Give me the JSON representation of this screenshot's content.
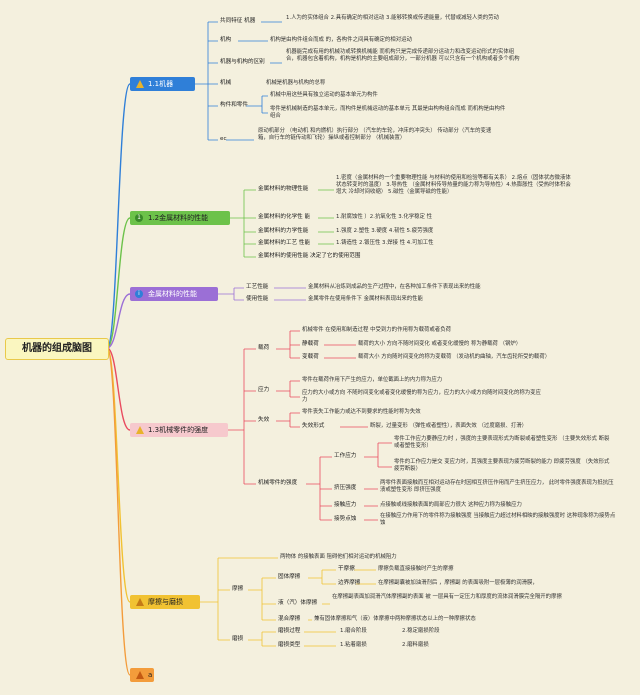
{
  "root": "机器的组成脑图",
  "branches": [
    {
      "id": "b1",
      "label": "1.1机器",
      "color": "#2f7fd8",
      "icon": "warning-icon"
    },
    {
      "id": "b2",
      "label": "1.2金属材料的性能",
      "color": "#6cc24a",
      "icon": "number-1-icon",
      "badge": "1"
    },
    {
      "id": "b3",
      "label": "金属材料的性能",
      "color": "#9b6fd6",
      "icon": "info-icon",
      "badge": "i"
    },
    {
      "id": "b4",
      "label": "1.3机械零件的强度",
      "color": "#e94b5f",
      "icon": "warning-icon"
    },
    {
      "id": "b5",
      "label": "摩擦与磨损",
      "color": "#f1c232",
      "icon": "warning-icon"
    },
    {
      "id": "b6",
      "label": "a",
      "color": "#f39c3b",
      "icon": "warning-icon"
    }
  ],
  "b1": {
    "items": [
      {
        "label": "共同特征 机器",
        "text": "1.人为的实体组合 2.具有确定的相对运动 3.能够转换或传递能量，代替或减轻人类的劳动"
      },
      {
        "label": "机构",
        "text": "机构是由构件组合而成 的，各构件之间具有确定的相对运动"
      },
      {
        "label": "机器与机构的区别",
        "text": "机器能完成有用的机械功或转换机械能 而机构只是完成传递部分运动力和改变运动形式的实体组 合，机器包含着机构，机构是机构的主要组成部分，一部分机器 可以只含有一个机构或者多个机构"
      },
      {
        "label": "机械",
        "text": "机械是机器与机构的总称"
      },
      {
        "label": "构件和零件",
        "subs": [
          "机械中用这些具有独立运动的基本单元为构件",
          "零件是机械制造的基本单元，而构件是机械运动的基本单元 其最是由构构组合而成 而机构是由构件组合"
        ]
      },
      {
        "label": "ec",
        "text": "原动机部分 （电动机 和内燃机）执行部分 （汽车的车轮，冲床的冲突头） 传动部分（汽车的变速箱，自行车的链传动和飞轮）操纵或者控制部分 （机械装置）"
      }
    ]
  },
  "b2": {
    "items": [
      {
        "label": "金属材料的物理性能",
        "text": "1.密度（金属材料的一个重要物理性能 与材料的使用和检验等都有关系） 2.熔点（固体状态微液体状态转变时的温度） 3.导热性 （金属材料传导热量的能力称为导热性）4.热膨胀性（受热时体积会增大 冷却时间收缩） 5.磁性（金属导磁的性能）"
      },
      {
        "label": "金属材料的化学性 能",
        "text": "1.耐腐蚀性 ）2.抗氧化性 3.化学稳定 性"
      },
      {
        "label": "金属材料的力学性能",
        "text": "1.强度 2.塑性 3.硬度 4.韧性 5.疲劳强度"
      },
      {
        "label": "金属材料的工艺 性能",
        "text": "1.铸造性 2.锻压性 3.焊接 性 4.可加工性"
      },
      {
        "label": "金属材料的使用性能 决定了它的使用范围"
      }
    ]
  },
  "b3": {
    "items": [
      {
        "label": "工艺性能",
        "text": "金属材料从冶炼到成品的生产过程中，在各种加工条件下表现出来的性能"
      },
      {
        "label": "使用性能",
        "text": "金属零件在使用条件下 金属材料表现出来的性能"
      }
    ]
  },
  "b4": {
    "load": {
      "label": "载荷",
      "def": "机械零件 在使用和制造过程 中受到力的作用称为载荷或者负荷",
      "static": {
        "label": "静载荷",
        "text": "载荷的大小 方向不随时间变化 或者变化缓慢的 称为静载荷 （钢炉）"
      },
      "dynamic": {
        "label": "变载荷",
        "text": "载荷大小 方向随时间变化的称为变载荷 （发动机的曲轴，汽车齿轮所受的载荷）"
      }
    },
    "stress": {
      "label": "应力",
      "items": [
        "零件在载荷作用下产生的应力，单位截面上的内力称为应力",
        "应力的大小或方向 不随时间变化或者变化缓慢的称为应力，应力的大小或方向随时间变化的称为变应力"
      ]
    },
    "failure": {
      "label": "失效",
      "def": "零件丧失工作能力或达不到要求的性能时称为失效",
      "forms": {
        "label": "失效形式",
        "text": "断裂，过量变形 （弹性或者塑性），表面失效 （过度磨损、打滑）"
      }
    },
    "strength": {
      "label": "机械零件的强度",
      "work": {
        "label": "工作应力",
        "items": [
          "零件工作应力要静应力时 ，强度的主要表现形式为断裂或者塑性变形 （主要失效形式 断裂或者塑性变形）",
          "零件的工作应力是交 变应力时，其强度主要表现为疲劳断裂的能力 即疲劳强度 （失效形式 疲劳断裂）"
        ]
      },
      "squeeze": {
        "label": "挤压强度",
        "text": "两零件表面接触而互相对运动存在时因相互挤压作用而产生挤压应力， 此时零件强度表现为抵抗压溃或塑性变形 即挤压强度"
      },
      "contact": {
        "label": "接触应力",
        "text": "点接触或线接触表面的局部应力很大 这种应力称为接触应力"
      },
      "point": {
        "label": "接势点蚀",
        "text": "在接触应力作用下的零件称为接触强度 当接触应力超过材料相映的接触强度时 这种现象称为接势点蚀"
      }
    }
  },
  "b5": {
    "intro": "两物体 的接触表面 阻碍他们相对运动的机械阻力",
    "friction": {
      "label": "摩擦",
      "solid": {
        "label": "固体摩擦",
        "dry": {
          "label": "干摩擦",
          "text": "摩擦负载直接接触时产生的摩擦"
        },
        "boundary": {
          "label": "边界摩擦",
          "text": "在摩擦副囊被加油滑剂后 ，摩擦副 的表面吸附一层极薄的润滑膜，"
        }
      },
      "fluid": {
        "label": "液（汽）体摩擦",
        "text": "在摩擦副表面加润滑汽体摩擦副的表面 被 一层具有一定压力和厚度的流体润滑膜完全隔开的摩擦"
      },
      "mixed": {
        "label": "混合摩擦",
        "text": "兼有固体摩擦和气（液）体摩擦中两种摩擦状态以上的一种摩擦状态"
      }
    },
    "wear": {
      "label": "磨损",
      "process": {
        "label": "磨损过程",
        "items": [
          "1.磨合阶段",
          "2.稳定磨损阶段"
        ]
      },
      "types": {
        "label": "磨损类型",
        "items": [
          "1.粘着磨损",
          "2.磨料磨损"
        ]
      }
    }
  }
}
